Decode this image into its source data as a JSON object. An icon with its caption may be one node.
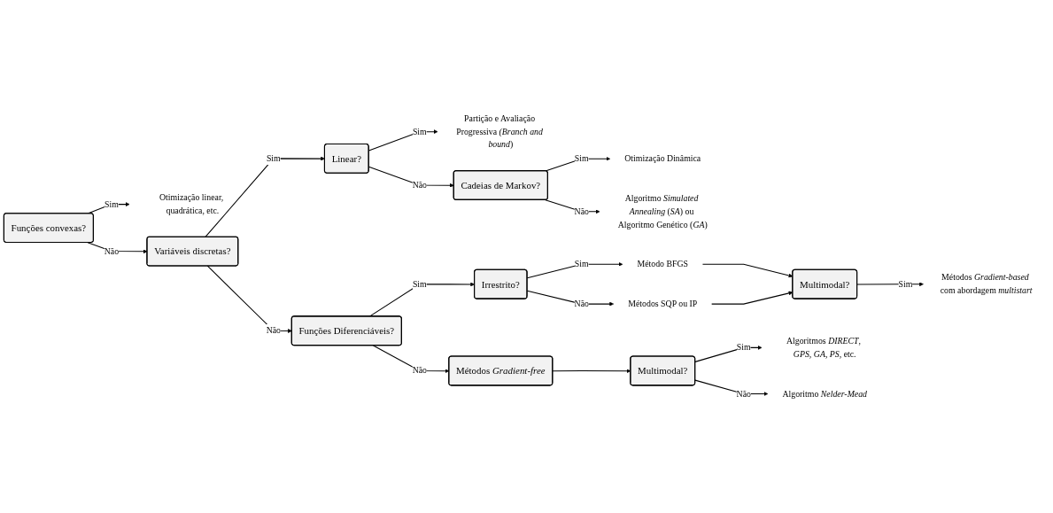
{
  "diagram": {
    "nodes": [
      {
        "text": [
          "Funções convexas?"
        ]
      },
      {
        "text": [
          "Otimização linear, quadrática, etc."
        ]
      },
      {
        "text": [
          "Variáveis discretas?"
        ]
      },
      {
        "text": [
          "Linear?"
        ]
      },
      {
        "text": [
          "Partição e Avaliação Progressiva *(Branch and bound*)"
        ]
      },
      {
        "text": [
          "Cadeias de Markov?"
        ]
      },
      {
        "text": [
          "Otimização Dinâmica"
        ]
      },
      {
        "text": [
          "Algoritmo *Simulated Annealing* (*SA*) ou Algoritmo Genético (*GA*)"
        ]
      },
      {
        "text": [
          "Funções Diferenciáveis?"
        ]
      },
      {
        "text": [
          "Irrestrito?"
        ]
      },
      {
        "text": [
          "Método BFGS"
        ]
      },
      {
        "text": [
          "Métodos SQP ou IP"
        ]
      },
      {
        "text": [
          "Multimodal?"
        ]
      },
      {
        "text": [
          "Métodos *Gradient-based* com abordagem *multistart*"
        ]
      },
      {
        "text": [
          "Métodos *Gradient-free*"
        ]
      },
      {
        "text": [
          "Multimodal?"
        ]
      },
      {
        "text": [
          "Algoritmos *DIRECT*, *GPS, GA, PS,* etc."
        ]
      },
      {
        "text": [
          "Algoritmo *Nelder-Mead*"
        ]
      }
    ],
    "edges": [
      {
        "from": 0,
        "to": 1,
        "arrow": "to",
        "label": "Sim"
      },
      {
        "from": 0,
        "to": 2,
        "arrow": "to",
        "label": "Não"
      },
      {
        "from": 2,
        "to": 3,
        "arrow": "to",
        "label": "Sim"
      },
      {
        "from": 3,
        "to": 4,
        "arrow": "to",
        "label": "Sim"
      },
      {
        "from": 3,
        "to": 5,
        "arrow": "to",
        "label": "Não"
      },
      {
        "from": 5,
        "to": 6,
        "arrow": "to",
        "label": "Sim"
      },
      {
        "from": 5,
        "to": 7,
        "arrow": "to",
        "label": "Não"
      },
      {
        "from": 2,
        "to": 8,
        "arrow": "to",
        "label": "Não"
      },
      {
        "from": 8,
        "to": 9,
        "arrow": "to",
        "label": "Sim"
      },
      {
        "from": 9,
        "to": 10,
        "arrow": "to",
        "label": "Sim"
      },
      {
        "from": 9,
        "to": 11,
        "arrow": "to",
        "label": "Não"
      },
      {
        "from": 10,
        "to": 12,
        "arrow": "to"
      },
      {
        "from": 11,
        "to": 12,
        "arrow": "to"
      },
      {
        "from": 12,
        "to": 13,
        "arrow": "to",
        "label": "Sim"
      },
      {
        "from": 8,
        "to": 14,
        "arrow": "to",
        "label": "Não"
      },
      {
        "from": 14,
        "to": 15,
        "arrow": "to"
      },
      {
        "from": 15,
        "to": 16,
        "arrow": "to",
        "label": "Sim"
      },
      {
        "from": 15,
        "to": 17,
        "arrow": "to",
        "label": "Não"
      }
    ]
  }
}
